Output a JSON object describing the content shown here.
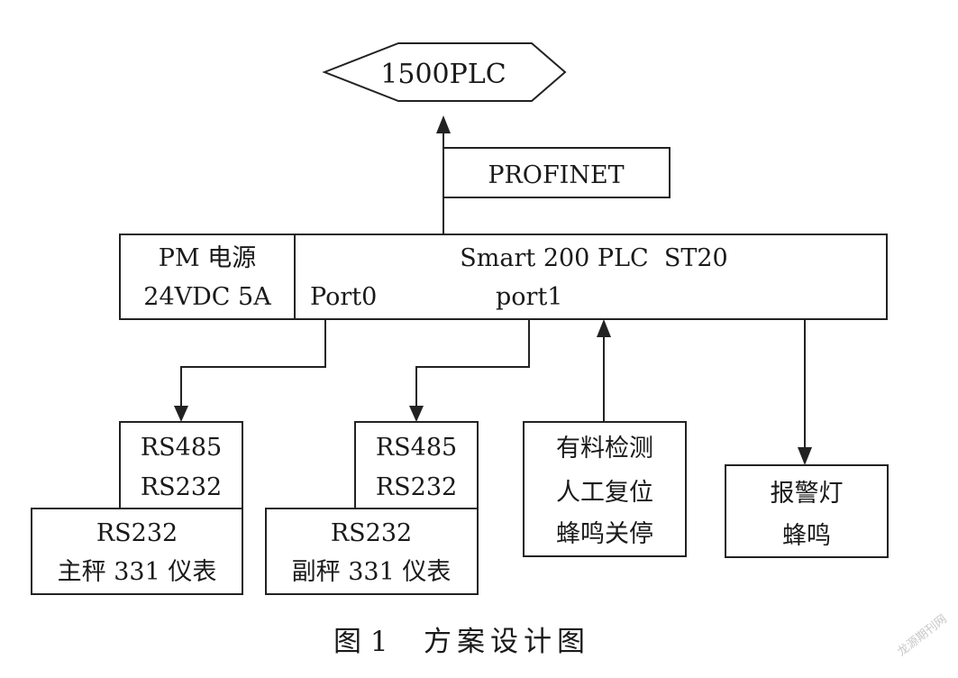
{
  "top_node": {
    "label": "1500PLC"
  },
  "network": {
    "label": "PROFINET"
  },
  "power_module": {
    "line1": "PM 电源",
    "line2": "24VDC 5A"
  },
  "plc": {
    "title": "Smart 200 PLC  ST20",
    "port0": "Port0",
    "port1": "port1"
  },
  "main_converter": {
    "line1": "RS485",
    "line2": "RS232"
  },
  "main_instrument": {
    "line1": "RS232",
    "line2": "主秤 331 仪表"
  },
  "aux_converter": {
    "line1": "RS485",
    "line2": "RS232"
  },
  "aux_instrument": {
    "line1": "RS232",
    "line2": "副秤 331 仪表"
  },
  "inputs": {
    "line1": "有料检测",
    "line2": "人工复位",
    "line3": "蜂鸣关停"
  },
  "outputs": {
    "line1": "报警灯",
    "line2": "蜂鸣"
  },
  "caption": {
    "number": "图 1",
    "title": "方案设计图"
  },
  "watermark": "龙源期刊网",
  "colors": {
    "line": "#222222",
    "text": "#1a1a1a",
    "background": "#ffffff"
  }
}
